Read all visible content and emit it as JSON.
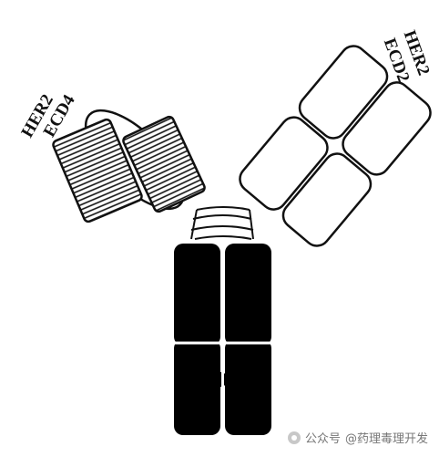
{
  "labels": {
    "left_top": "HER2",
    "left_bottom": "ECD4",
    "right_top": "HER2",
    "right_bottom": "ECD2"
  },
  "watermark": {
    "prefix": "公众号",
    "name": "@药理毒理开发"
  },
  "colors": {
    "outline": "#111111",
    "fc_fill": "#000000",
    "background": "#ffffff"
  }
}
